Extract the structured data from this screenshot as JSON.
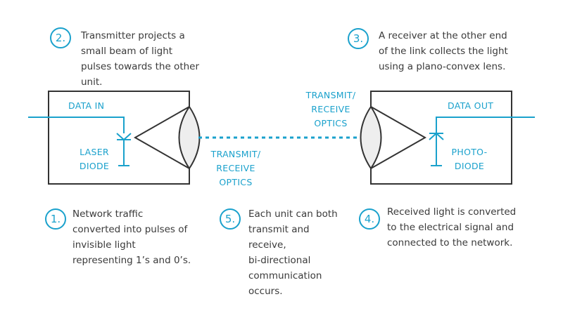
{
  "colors": {
    "accent": "#1aa1cc",
    "line": "#333333",
    "lens_fill": "#eeeeee"
  },
  "steps": [
    {
      "num": "1.",
      "text": [
        "Network traffic",
        "converted into pulses of",
        "invisible light",
        "representing 1’s and 0’s."
      ]
    },
    {
      "num": "2.",
      "text": [
        "Transmitter projects a",
        "small beam of light",
        "pulses towards the other",
        "unit."
      ]
    },
    {
      "num": "3.",
      "text": [
        "A receiver at the other end",
        "of the link collects the light",
        "using a plano-convex lens."
      ]
    },
    {
      "num": "4.",
      "text": [
        "Received light is converted",
        "to the electrical signal and",
        "connected to the network."
      ]
    },
    {
      "num": "5.",
      "text": [
        "Each unit can both",
        "transmit and",
        "receive,",
        "bi-directional",
        "communication",
        "occurs."
      ]
    }
  ],
  "labels": {
    "data_in": "DATA IN",
    "data_out": "DATA OUT",
    "laser_diode": [
      "LASER",
      "DIODE"
    ],
    "photo_diode": [
      "PHOTO-",
      "DIODE"
    ],
    "optics_left": [
      "TRANSMIT/",
      "RECEIVE",
      "OPTICS"
    ],
    "optics_right": [
      "TRANSMIT/",
      "RECEIVE",
      "OPTICS"
    ]
  }
}
